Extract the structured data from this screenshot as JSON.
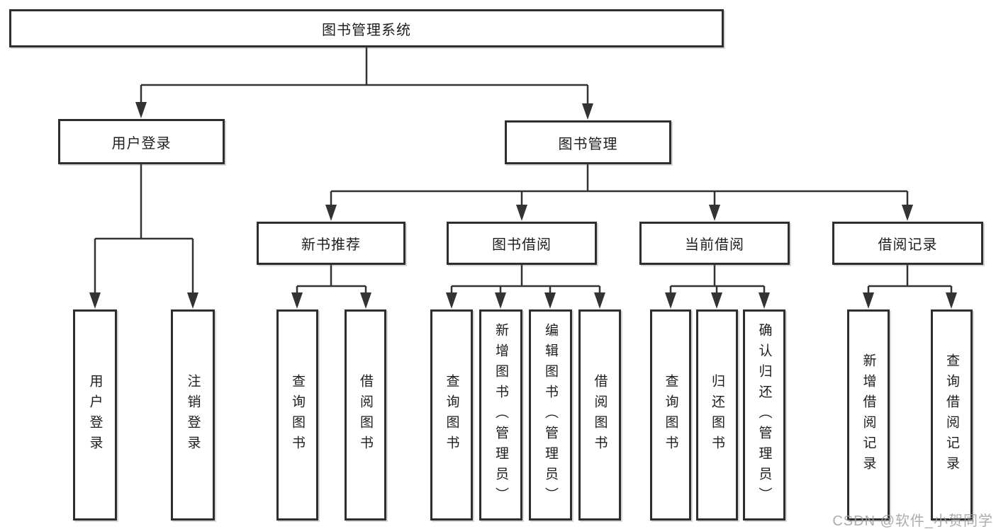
{
  "diagram": {
    "root": {
      "label": "图书管理系统"
    },
    "branches": [
      {
        "label": "用户登录",
        "children": [
          {
            "label": "用户登录"
          },
          {
            "label": "注销登录"
          }
        ]
      },
      {
        "label": "图书管理",
        "children": [
          {
            "label": "新书推荐",
            "children": [
              {
                "label": "查询图书"
              },
              {
                "label": "借阅图书"
              }
            ]
          },
          {
            "label": "图书借阅",
            "children": [
              {
                "label": "查询图书"
              },
              {
                "label": "新增图书（管理员）"
              },
              {
                "label": "编辑图书（管理员）"
              },
              {
                "label": "借阅图书"
              }
            ]
          },
          {
            "label": "当前借阅",
            "children": [
              {
                "label": "查询图书"
              },
              {
                "label": "归还图书"
              },
              {
                "label": "确认归还（管理员）"
              }
            ]
          },
          {
            "label": "借阅记录",
            "children": [
              {
                "label": "新增借阅记录"
              },
              {
                "label": "查询借阅记录"
              }
            ]
          }
        ]
      }
    ]
  },
  "watermark": {
    "text": "CSDN @软件_小贺同学"
  },
  "colors": {
    "line": "#333333",
    "box_border": "#2e2e2e",
    "box_fill": "#ffffff",
    "text": "#1e1e1e",
    "watermark": "#9e9e9e",
    "background": "#ffffff"
  }
}
